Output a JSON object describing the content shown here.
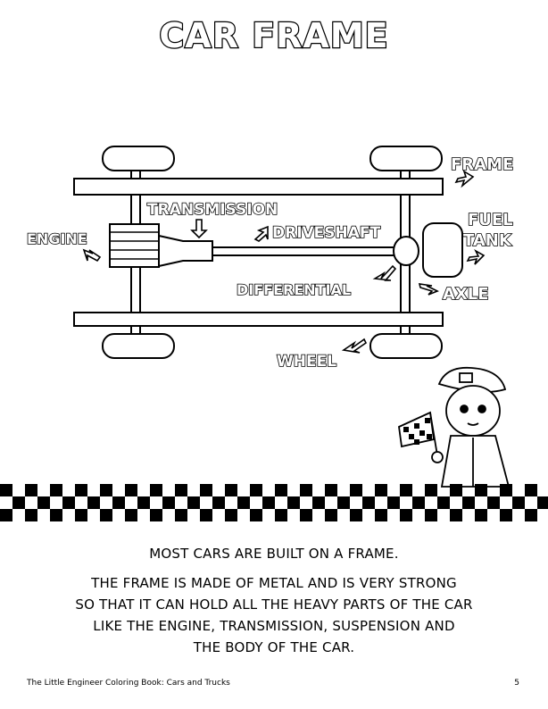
{
  "title": "CAR FRAME",
  "labels": {
    "frame": "FRAME",
    "transmission": "TRANSMISSION",
    "driveshaft": "DRIVESHAFT",
    "engine": "ENGINE",
    "fuel": "FUEL",
    "tank": "TANK",
    "differential": "DIFFERENTIAL",
    "axle": "AXLE",
    "wheel": "WHEEL"
  },
  "text": {
    "line1": "MOST CARS ARE BUILT ON A FRAME.",
    "para": [
      "THE FRAME IS MADE OF METAL AND IS VERY STRONG",
      "SO THAT IT CAN HOLD ALL THE HEAVY PARTS OF THE CAR",
      "LIKE THE ENGINE, TRANSMISSION, SUSPENSION AND",
      "THE BODY OF THE CAR."
    ]
  },
  "footer": {
    "book": "The Little Engineer Coloring Book: Cars and Trucks",
    "page": "5"
  }
}
